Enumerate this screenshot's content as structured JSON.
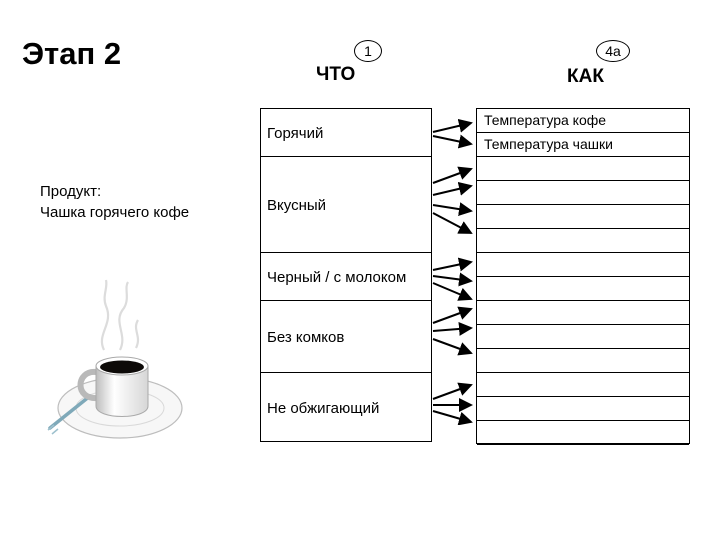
{
  "stage_title": "Этап 2",
  "what": {
    "badge": "1",
    "heading": "ЧТО",
    "items": [
      {
        "label": "Горячий"
      },
      {
        "label": "Вкусный"
      },
      {
        "label": "Черный / с молоком"
      },
      {
        "label": "Без комков"
      },
      {
        "label": "Не обжигающий"
      }
    ]
  },
  "how": {
    "badge": "4a",
    "heading": "КАК",
    "rows": [
      "Температура кофе",
      "Температура чашки",
      "",
      "",
      "",
      "",
      "",
      "",
      "",
      "",
      "",
      "",
      "",
      ""
    ]
  },
  "product": {
    "line1": "Продукт:",
    "line2": "Чашка горячего кофе"
  },
  "illustration": {
    "icon": "coffee-cup-icon",
    "coffee_color": "#0d0a08",
    "spoon_color": "#7fa9b9"
  }
}
